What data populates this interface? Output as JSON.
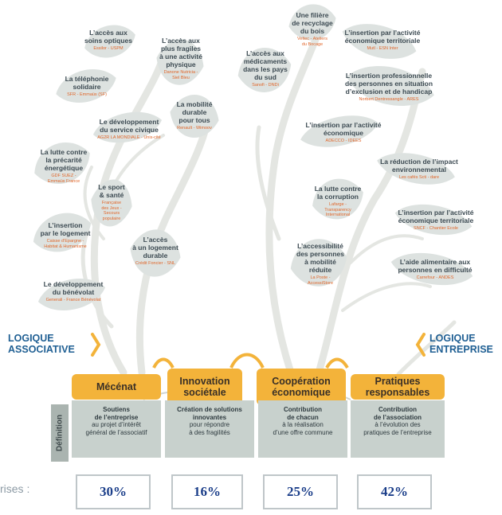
{
  "logics": {
    "left": [
      "LOGIQUE",
      "ASSOCIATIVE"
    ],
    "right": [
      "LOGIQUE",
      "ENTREPRISE"
    ]
  },
  "left_leaves": [
    {
      "title": "L’accès aux\nsoins optiques",
      "sub": "Essilor - USPM"
    },
    {
      "title": "L’accès aux\nplus fragiles\nà une activité\nphysique",
      "sub": "Danone Nutricia -\nSiel Bleu"
    },
    {
      "title": "La téléphonie\nsolidaire",
      "sub": "SFR - Emmaüs (SF)"
    },
    {
      "title": "Le développement\ndu service civique",
      "sub": "AG2R LA MONDIALE - Unis-cité"
    },
    {
      "title": "La mobilité\ndurable\npour tous",
      "sub": "Renault - Wimoov"
    },
    {
      "title": "La lutte contre\nla précarité\nénergétique",
      "sub": "GDF SUEZ -\nEmmaüs France"
    },
    {
      "title": "Le sport\n& santé",
      "sub": "Française\ndes Jeux -\nSecours\npopulaire"
    },
    {
      "title": "L’insertion\npar le logement",
      "sub": "Caisse d’Epargne -\nHabitat & Humanisme"
    },
    {
      "title": "L’accès\nà un logement\ndurable",
      "sub": "Crédit Foncier - SNL"
    },
    {
      "title": "Le développement\ndu bénévolat",
      "sub": "Generali - France Bénévolat"
    }
  ],
  "right_leaves": [
    {
      "title": "Une filière\nde recyclage\ndu bois",
      "sub": "Veltec - Ateliers\ndu Bocage"
    },
    {
      "title": "L’insertion par l’activité\néconomique territoriale",
      "sub": "Mutl - ESN Inter"
    },
    {
      "title": "L’accès aux\nmédicaments\ndans les pays\ndu sud",
      "sub": "Sanofi - DNDi"
    },
    {
      "title": "L’insertion professionnelle\ndes personnes en situation\nd’exclusion et de handicap",
      "sub": "Norbert Dentressangle - ARES"
    },
    {
      "title": "L’insertion par l’activité\néconomique",
      "sub": "ADECCO - IDEES"
    },
    {
      "title": "La réduction de l’impact\nenvironnemental",
      "sub": "Les cafés Scti - dare"
    },
    {
      "title": "La lutte contre\nla corruption",
      "sub": "Lafarge -\nTransparency\nInternational"
    },
    {
      "title": "L’insertion par l’activité\néconomique territoriale",
      "sub": "SNCF - Chantier Ecole"
    },
    {
      "title": "L’accessibilité\ndes personnes\nà mobilité\nréduite",
      "sub": "La Poste -\nAccessiStore"
    },
    {
      "title": "L’aide alimentaire aux\npersonnes en difficulté",
      "sub": "Carrefour - ANDES"
    }
  ],
  "categories": [
    "Mécénat",
    "Innovation\nsociétale",
    "Coopération\néconomique",
    "Pratiques\nresponsables"
  ],
  "definition_label": "Définition",
  "definitions": [
    {
      "bold": "Soutiens\nde l’entreprise",
      "normal": "au projet d’intérêt\ngénéral de l’associatif"
    },
    {
      "bold": "Création de solutions\ninnovantes",
      "normal": "pour répondre\nà des fragilités"
    },
    {
      "bold": "Contribution\nde chacun",
      "normal": "à la réalisation\nd’une offre commune"
    },
    {
      "bold": "Contribution\nde l’association",
      "normal": "à l’évolution des\npratiques de l’entreprise"
    }
  ],
  "caption": "rises :",
  "percentages": [
    "30%",
    "16%",
    "25%",
    "42%"
  ],
  "colors": {
    "leaf": "#dde2e0",
    "trunk": "#e4e6e2",
    "pill": "#f3b33a",
    "logic_text": "#1f5f93",
    "percent_text": "#1c3f8a",
    "subtitle_text": "#e0662a"
  }
}
